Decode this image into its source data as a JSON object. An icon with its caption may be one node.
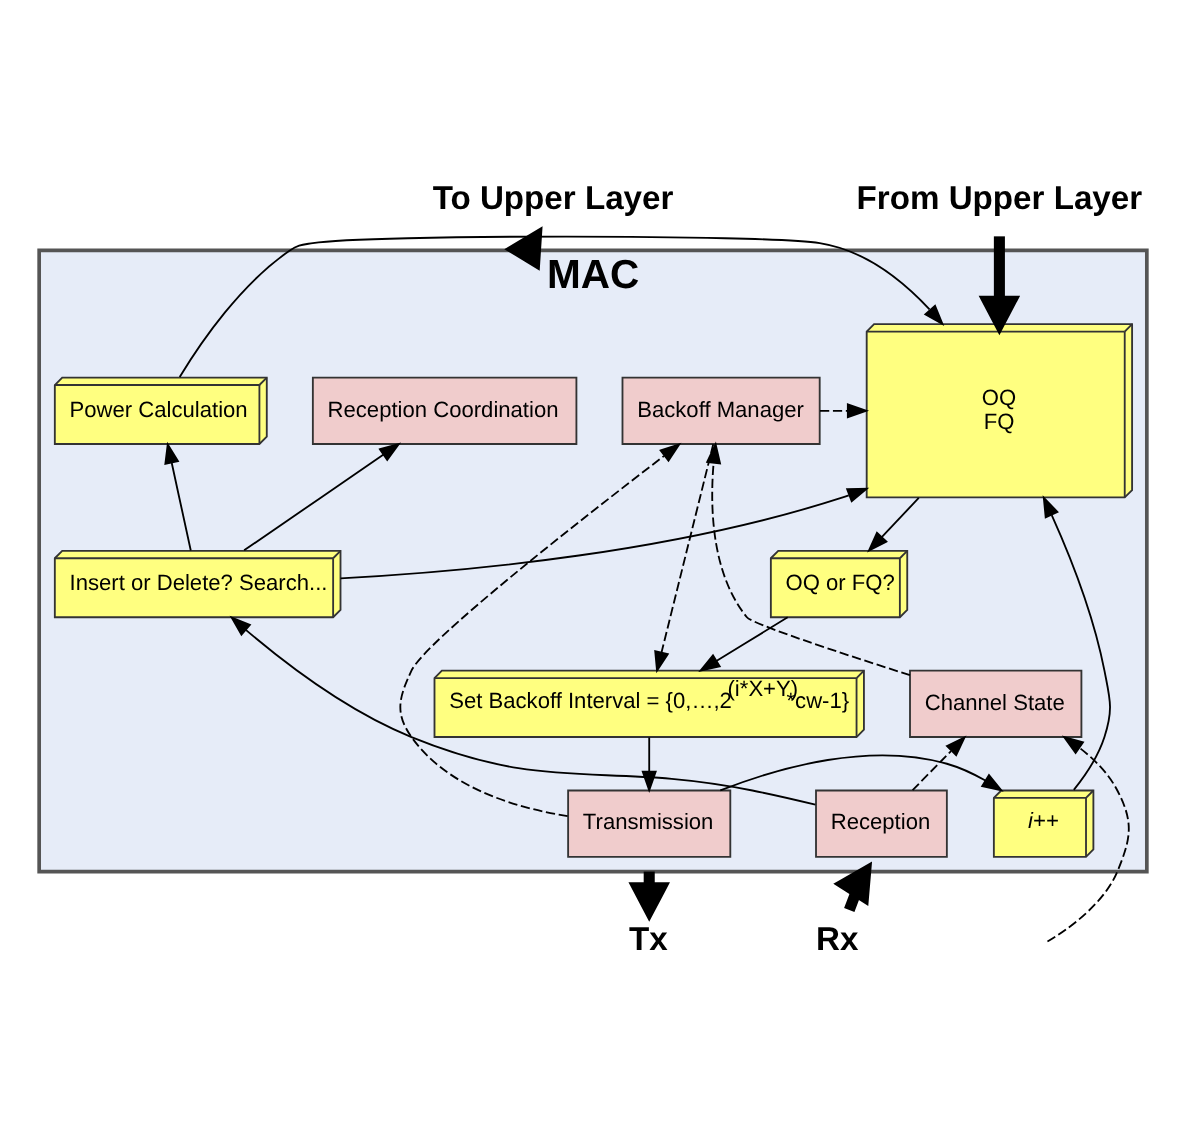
{
  "diagram": {
    "nodes": [
      {
        "text": [
          "MAC"
        ]
      },
      {
        "text": [
          "OQ",
          "FQ"
        ],
        "in": 0
      },
      {
        "text": [
          "Backoff Manager"
        ],
        "in": 0
      },
      {
        "text": [
          "Reception Coordination"
        ],
        "in": 0
      },
      {
        "text": [
          "Power Calculation"
        ],
        "in": 0
      },
      {
        "text": [
          "OQ or FQ?"
        ],
        "in": 0
      },
      {
        "text": [
          "Set Backoff Interval = {0,…,2$^{(i*X+Y)}$*cw-1}"
        ],
        "in": 0
      },
      {
        "text": [
          "Insert or Delete? Search..."
        ],
        "in": 0
      },
      {
        "text": [
          "Channel State"
        ],
        "in": 0
      },
      {
        "text": [
          "i++"
        ],
        "in": 0
      },
      {
        "text": [
          "Transmission"
        ],
        "in": 0
      },
      {
        "text": [
          "Reception"
        ],
        "in": 0
      },
      {
        "text": [
          "From Upper Layer"
        ]
      },
      {
        "text": [
          "To Upper Layer"
        ]
      },
      {
        "text": [
          "Tx"
        ]
      },
      {
        "text": [
          "Rx"
        ]
      }
    ],
    "edges": [
      {
        "from": 12,
        "to": 1,
        "arrow": "to",
        "style": "thick"
      },
      {
        "from": 0,
        "to": 13,
        "arrow": "to",
        "style": "thick"
      },
      {
        "from": 0,
        "to": 14,
        "arrow": "to",
        "style": "thick"
      },
      {
        "from": 15,
        "to": 0,
        "arrow": "to",
        "style": "thick"
      },
      {
        "from": 1,
        "to": 5,
        "arrow": "to"
      },
      {
        "from": 5,
        "to": 6,
        "arrow": "to"
      },
      {
        "from": 6,
        "to": 10,
        "arrow": "to"
      },
      {
        "from": 10,
        "to": 9,
        "arrow": "to"
      },
      {
        "from": 9,
        "to": 1,
        "arrow": "to"
      },
      {
        "from": 10,
        "to": 2,
        "arrow": "to",
        "style": "dashed"
      },
      {
        "from": 2,
        "to": 1,
        "arrow": "to",
        "style": "dashed"
      },
      {
        "from": 2,
        "to": 6,
        "arrow": "to",
        "style": "dashed"
      },
      {
        "from": 8,
        "to": 2,
        "arrow": "to",
        "style": "dashed"
      },
      {
        "from": 11,
        "to": 8,
        "arrow": "to",
        "style": "dashed"
      },
      {
        "from": null,
        "to": 8,
        "arrow": "to",
        "style": "dashed"
      },
      {
        "from": 11,
        "to": 7,
        "arrow": "to"
      },
      {
        "from": 7,
        "to": 4,
        "arrow": "to"
      },
      {
        "from": 7,
        "to": 3,
        "arrow": "to"
      },
      {
        "from": 7,
        "to": 1,
        "arrow": "to"
      },
      {
        "from": 4,
        "to": 1,
        "arrow": "to"
      }
    ]
  }
}
